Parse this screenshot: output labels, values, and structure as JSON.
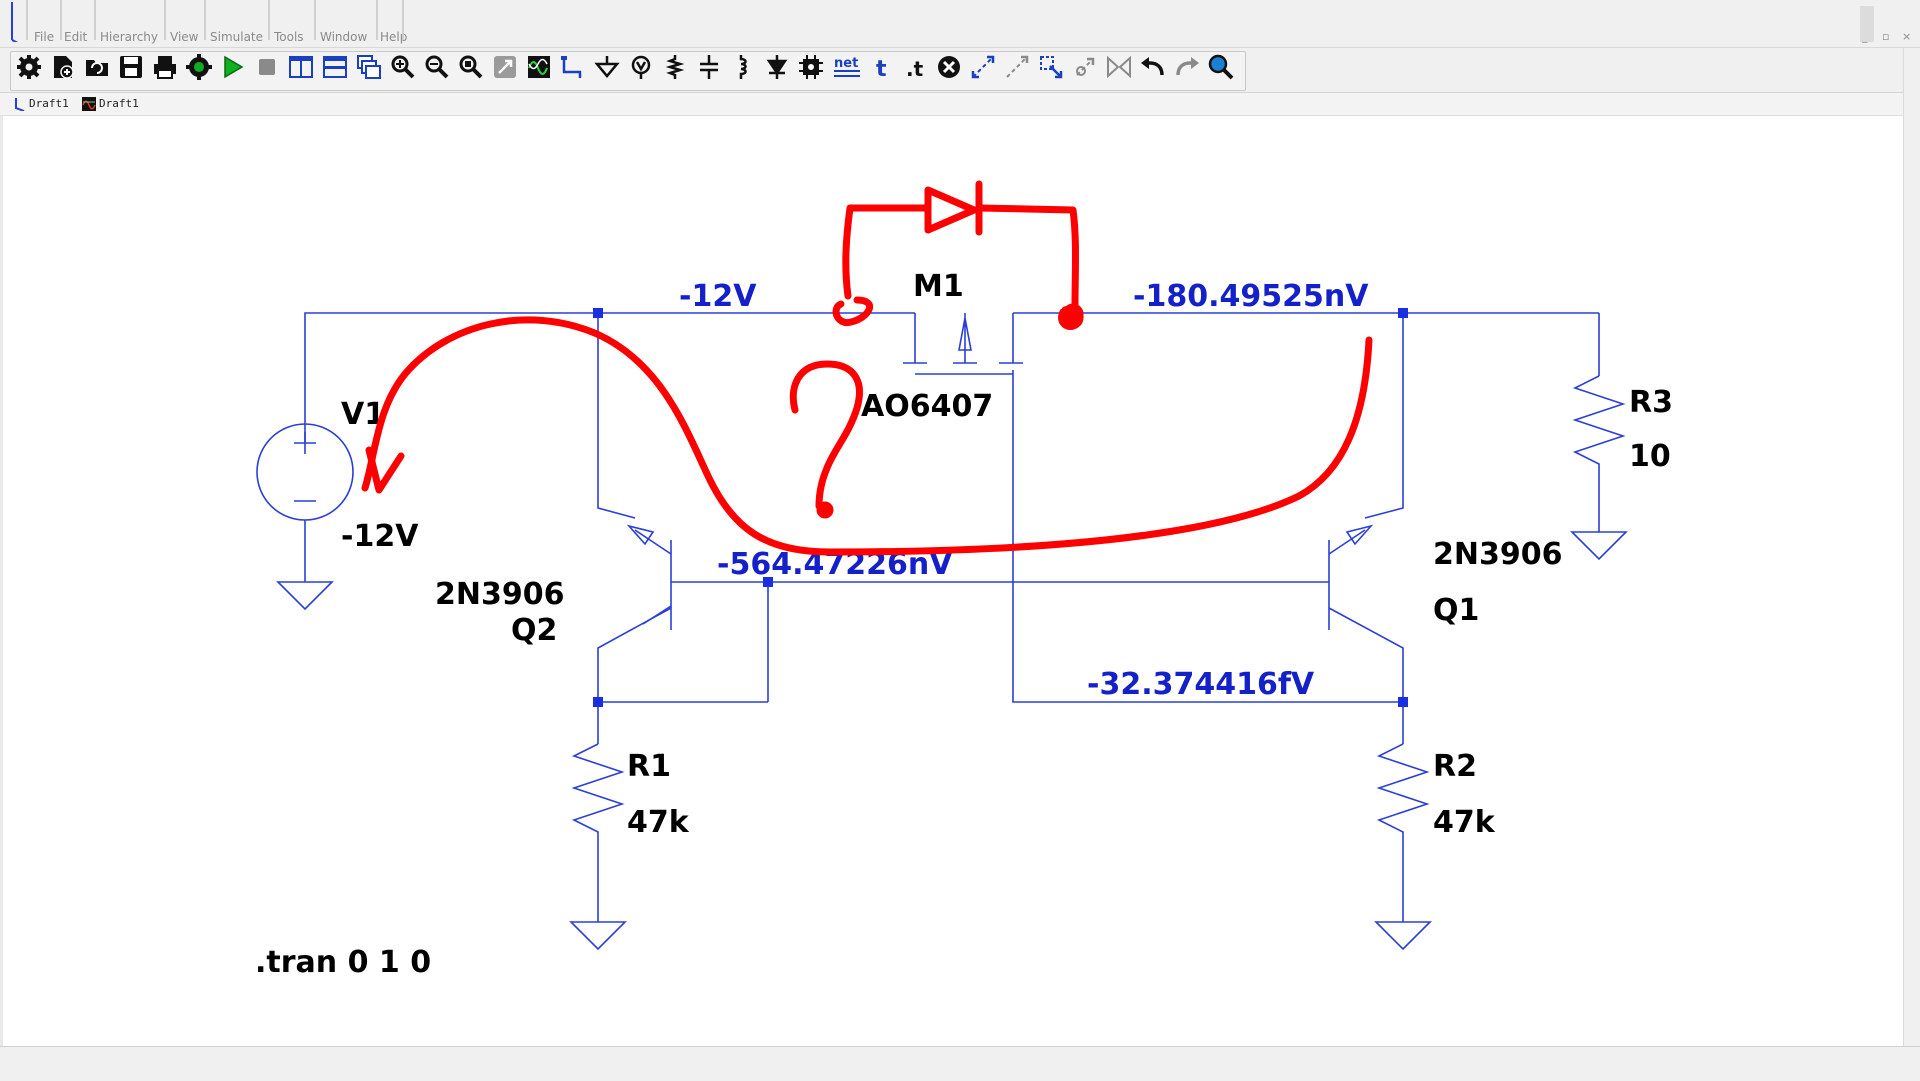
{
  "menu": {
    "items": [
      "File",
      "Edit",
      "Hierarchy",
      "View",
      "Simulate",
      "Tools",
      "Window",
      "Help"
    ]
  },
  "tabs": [
    {
      "label": "Draft1",
      "icon": "schematic-icon"
    },
    {
      "label": "Draft1",
      "icon": "waveform-icon"
    }
  ],
  "toolbar": {
    "icons": [
      "settings-icon",
      "new-schematic-icon",
      "open-icon",
      "save-icon",
      "print-icon",
      "control-panel-icon",
      "run-icon",
      "halt-icon",
      "tile-vertical-icon",
      "tile-horizontal-icon",
      "cascade-icon",
      "zoom-in-icon",
      "zoom-out-icon",
      "zoom-fit-icon",
      "zoom-region-icon",
      "waveform-icon",
      "wire-icon",
      "ground-icon",
      "net-label-icon",
      "resistor-icon",
      "capacitor-icon",
      "inductor-icon",
      "diode-icon",
      "component-icon",
      "net-name-icon",
      "text-icon",
      "spice-directive-icon",
      "delete-icon",
      "duplicate-icon",
      "move-icon",
      "drag-icon",
      "rotate-icon",
      "mirror-icon",
      "undo-icon",
      "redo-icon",
      "find-icon"
    ],
    "net_label": "net",
    "text_label": "t",
    "directive_label": ".t"
  },
  "schematic": {
    "v1_name": "V1",
    "v1_value": "-12V",
    "node_left_top": "-12V",
    "m1_name": "M1",
    "m1_model": "AO6407",
    "node_right_top": "-180.49525nV",
    "r3_name": "R3",
    "r3_value": "10",
    "q2_model": "2N3906",
    "q2_name": "Q2",
    "base_node": "-564.47226nV",
    "q1_model": "2N3906",
    "q1_name": "Q1",
    "node_emitter": "-32.374416fV",
    "r1_name": "R1",
    "r1_value": "47k",
    "r2_name": "R2",
    "r2_value": "47k",
    "directive": ".tran 0 1 0",
    "annotation_mark": "?"
  },
  "colors": {
    "wire": "#2a3fd6",
    "node_label": "#1420c8",
    "annotation": "#ff0000",
    "component_label": "#000000"
  }
}
